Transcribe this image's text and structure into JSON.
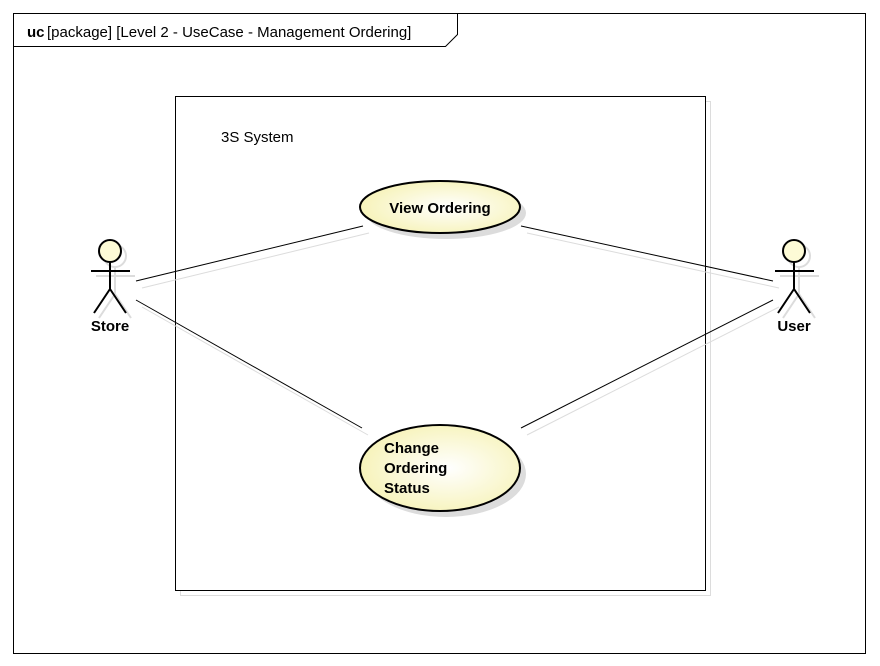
{
  "frame": {
    "keyword": "uc",
    "title": "[package] [Level 2 - UseCase - Management Ordering]"
  },
  "system": {
    "name": "3S System"
  },
  "actors": {
    "store": {
      "name": "Store"
    },
    "user": {
      "name": "User"
    }
  },
  "use_cases": {
    "view_ordering": {
      "lines": [
        "View Ordering"
      ]
    },
    "change_ordering_status": {
      "lines": [
        "Change",
        "Ordering",
        "Status"
      ]
    }
  },
  "colors": {
    "use_case_fill": "#fdfbd6",
    "actor_head_fill": "#fdfbd6",
    "shadow": "#dcdcdc",
    "line": "#000000"
  }
}
